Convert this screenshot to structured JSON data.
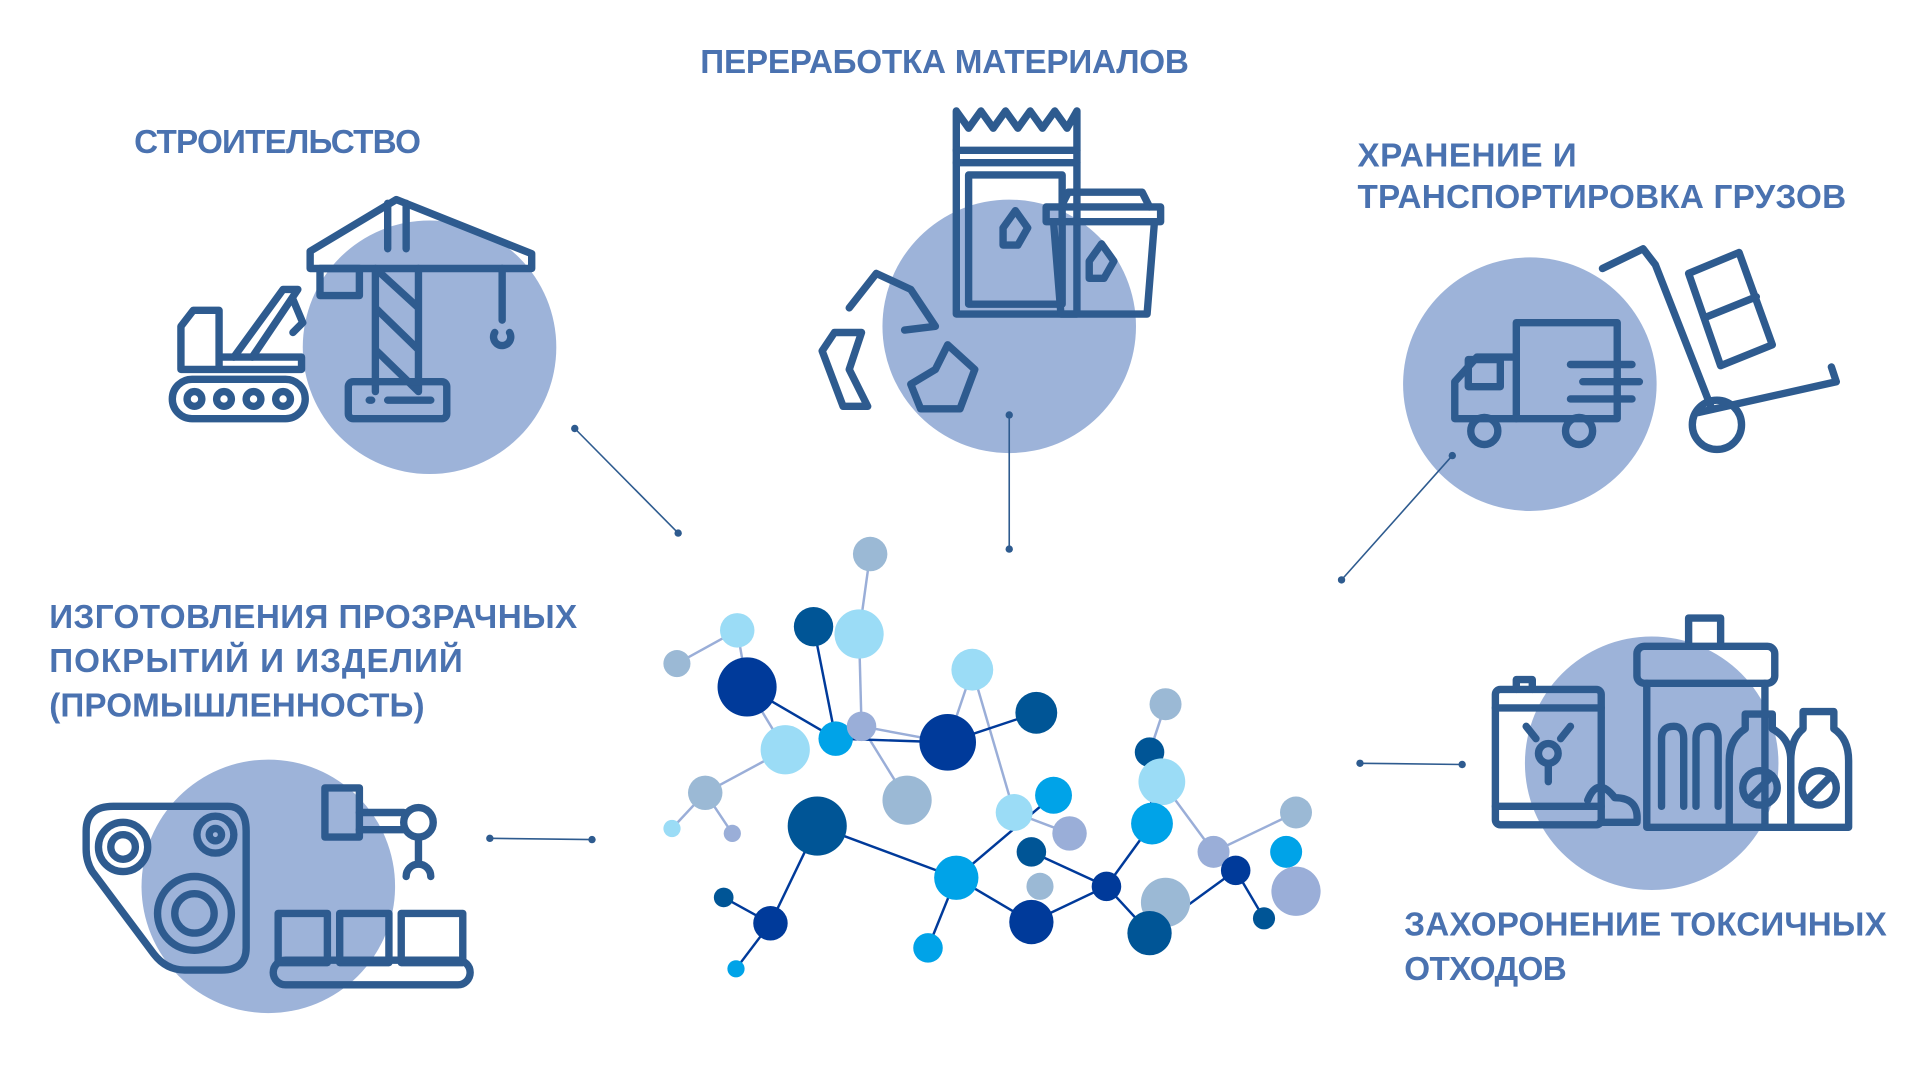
{
  "labels": {
    "construction": "СТРОИТЕЛЬСТВО",
    "recycling": "ПЕРЕРАБОТКА МАТЕРИАЛОВ",
    "storage_line1": "ХРАНЕНИЕ И",
    "storage_line2": "ТРАНСПОРТИРОВКА ГРУЗОВ",
    "industry_line1": "ИЗГОТОВЛЕНИЯ ПРОЗРАЧНЫХ",
    "industry_line2": "ПОКРЫТИЙ И ИЗДЕЛИЙ",
    "industry_line3": "(ПРОМЫШЛЕННОСТЬ)",
    "toxic_line1": "ЗАХОРОНЕНИЕ ТОКСИЧНЫХ",
    "toxic_line2": "ОТХОДОВ"
  },
  "colors": {
    "text": "#4a72b0",
    "icon": "#2e5b8f",
    "circle": "#9db3d9",
    "molecule": [
      "#003a9a",
      "#005596",
      "#00a3e8",
      "#9bdcf6",
      "#9bb9d5",
      "#9aaed8"
    ]
  }
}
